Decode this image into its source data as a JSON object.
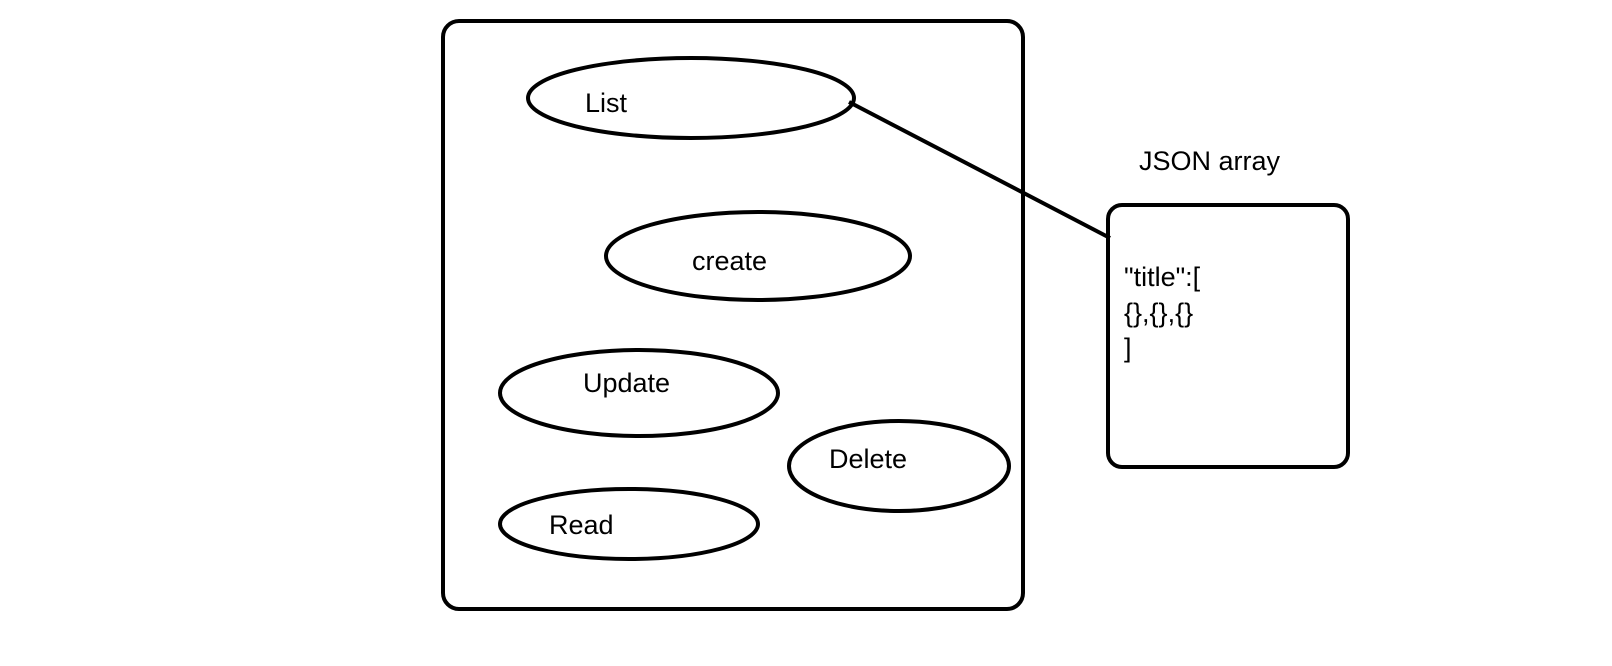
{
  "diagram": {
    "nodes": {
      "list": "List",
      "create": "create",
      "update": "Update",
      "delete": "Delete",
      "read": "Read"
    },
    "json_box": {
      "caption": "JSON array",
      "lines": [
        "\"title\":[",
        "{},{},{}",
        "]"
      ]
    }
  }
}
